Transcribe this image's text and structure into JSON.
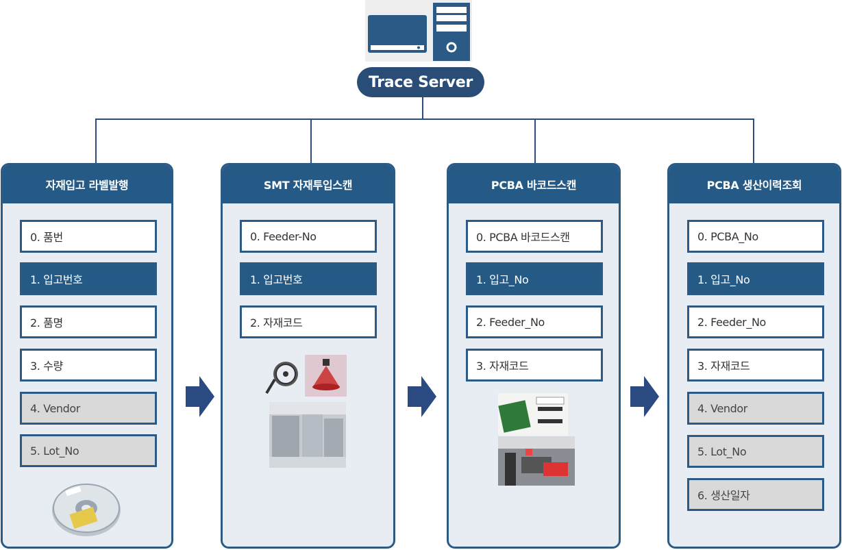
{
  "server": {
    "label": "Trace Server",
    "icon": "computer-server-icon"
  },
  "colors": {
    "primary": "#245a85",
    "panel": "#e8edf4",
    "gray": "#d9d9d9",
    "arrow": "#2b4a82"
  },
  "columns": [
    {
      "title": "자재입고 라벨발행",
      "fields": [
        {
          "text": "0. 품번",
          "style": "white"
        },
        {
          "text": "1. 입고번호",
          "style": "dark"
        },
        {
          "text": "2. 품명",
          "style": "white"
        },
        {
          "text": "3. 수량",
          "style": "white"
        },
        {
          "text": "4. Vendor",
          "style": "gray"
        },
        {
          "text": "5. Lot_No",
          "style": "gray"
        }
      ],
      "images": [
        "component-reel-image"
      ]
    },
    {
      "title": "SMT 자재투입스캔",
      "fields": [
        {
          "text": "0. Feeder-No",
          "style": "white"
        },
        {
          "text": "1. 입고번호",
          "style": "dark"
        },
        {
          "text": "2. 자재코드",
          "style": "white"
        }
      ],
      "images": [
        "reel-icon",
        "barcode-scanner-image",
        "smt-machine-image"
      ]
    },
    {
      "title": "PCBA 바코드스캔",
      "fields": [
        {
          "text": "0. PCBA 바코드스캔",
          "style": "white"
        },
        {
          "text": "1. 입고_No",
          "style": "dark"
        },
        {
          "text": "2. Feeder_No",
          "style": "white"
        },
        {
          "text": "3. 자재코드",
          "style": "white"
        }
      ],
      "images": [
        "pcb-label-image",
        "scanner-machine-image"
      ]
    },
    {
      "title": "PCBA 생산이력조회",
      "fields": [
        {
          "text": "0. PCBA_No",
          "style": "white"
        },
        {
          "text": "1. 입고_No",
          "style": "dark"
        },
        {
          "text": "2. Feeder_No",
          "style": "white"
        },
        {
          "text": "3. 자재코드",
          "style": "white"
        },
        {
          "text": "4. Vendor",
          "style": "gray"
        },
        {
          "text": "5. Lot_No",
          "style": "gray"
        },
        {
          "text": "6. 생산일자",
          "style": "gray"
        }
      ],
      "images": []
    }
  ]
}
